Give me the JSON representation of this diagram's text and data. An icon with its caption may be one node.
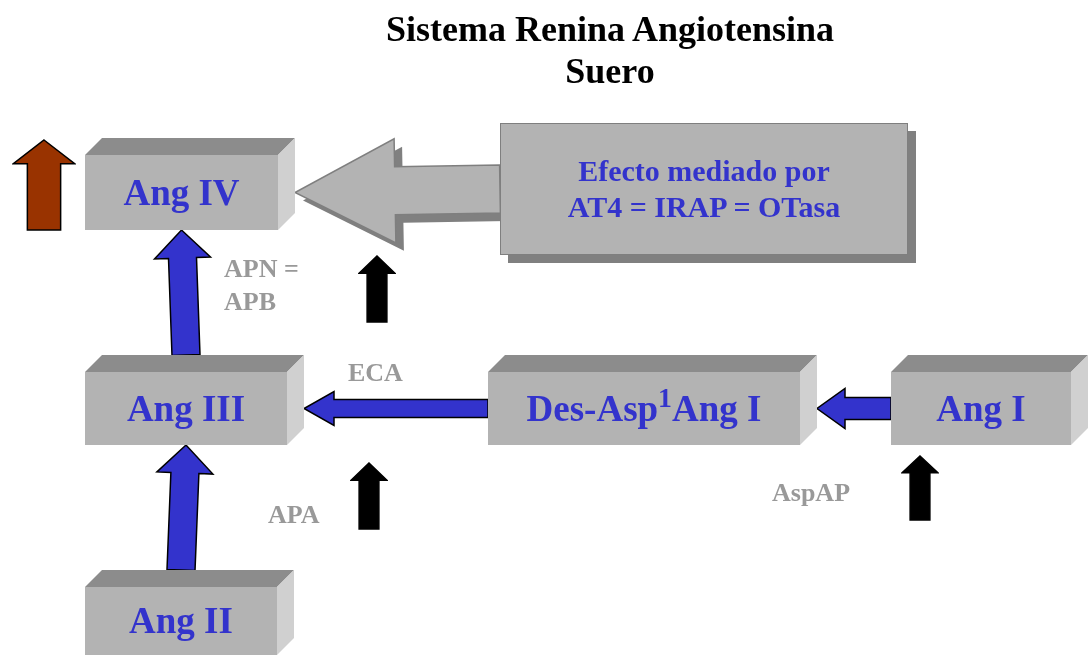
{
  "diagram": {
    "title": "Sistema Renina Angiotensina Suero",
    "nodes": [
      {
        "text": [
          "Ang IV"
        ]
      },
      {
        "text": [
          "Efecto mediado por AT4 = IRAP = OTasa"
        ]
      },
      {
        "text": [
          "Ang III"
        ]
      },
      {
        "text": [
          "Des-Asp$^{1}$Ang I"
        ]
      },
      {
        "text": [
          "Ang I"
        ]
      },
      {
        "text": [
          "Ang II"
        ]
      }
    ],
    "edges": [
      {
        "from": 1,
        "to": 0,
        "arrow": "to",
        "style": "thick",
        "color": "#b3b3b3"
      },
      {
        "from": 2,
        "to": 0,
        "arrow": "to",
        "label": "APN = APB"
      },
      {
        "from": 3,
        "to": 2,
        "arrow": "to",
        "label": "ECA"
      },
      {
        "from": 4,
        "to": 3,
        "arrow": "to",
        "label": "AspAP"
      },
      {
        "from": 5,
        "to": 2,
        "arrow": "to",
        "label": "APA"
      }
    ]
  }
}
